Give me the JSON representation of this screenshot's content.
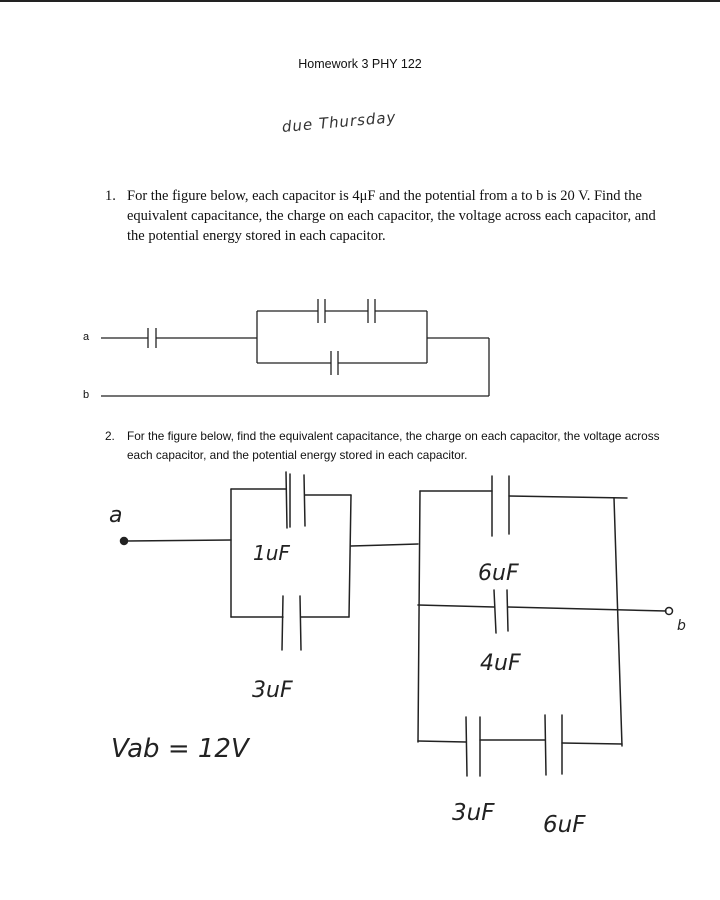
{
  "header": {
    "title": "Homework 3  PHY 122"
  },
  "annotation": {
    "due": "due Thursday"
  },
  "problem1": {
    "number": "1.",
    "text": "For the figure below, each capacitor is 4μF and the potential from a to b is 20 V.  Find the equivalent capacitance, the charge on each capacitor, the voltage across each capacitor, and the potential energy stored in each capacitor.",
    "label_a": "a",
    "label_b": "b"
  },
  "problem2": {
    "number": "2.",
    "text": "For the figure below, find the equivalent capacitance, the charge on each capacitor, the voltage across each capacitor, and the potential energy stored in each capacitor.",
    "label_a": "a",
    "label_b": "b",
    "cap_1uf": "1uF",
    "cap_3uf_left": "3uF",
    "cap_6uf_top": "6uF",
    "cap_4uf": "4uF",
    "cap_3uf_bottom": "3uF",
    "cap_6uf_bottom": "6uF",
    "vab": "Vab = 12V"
  }
}
